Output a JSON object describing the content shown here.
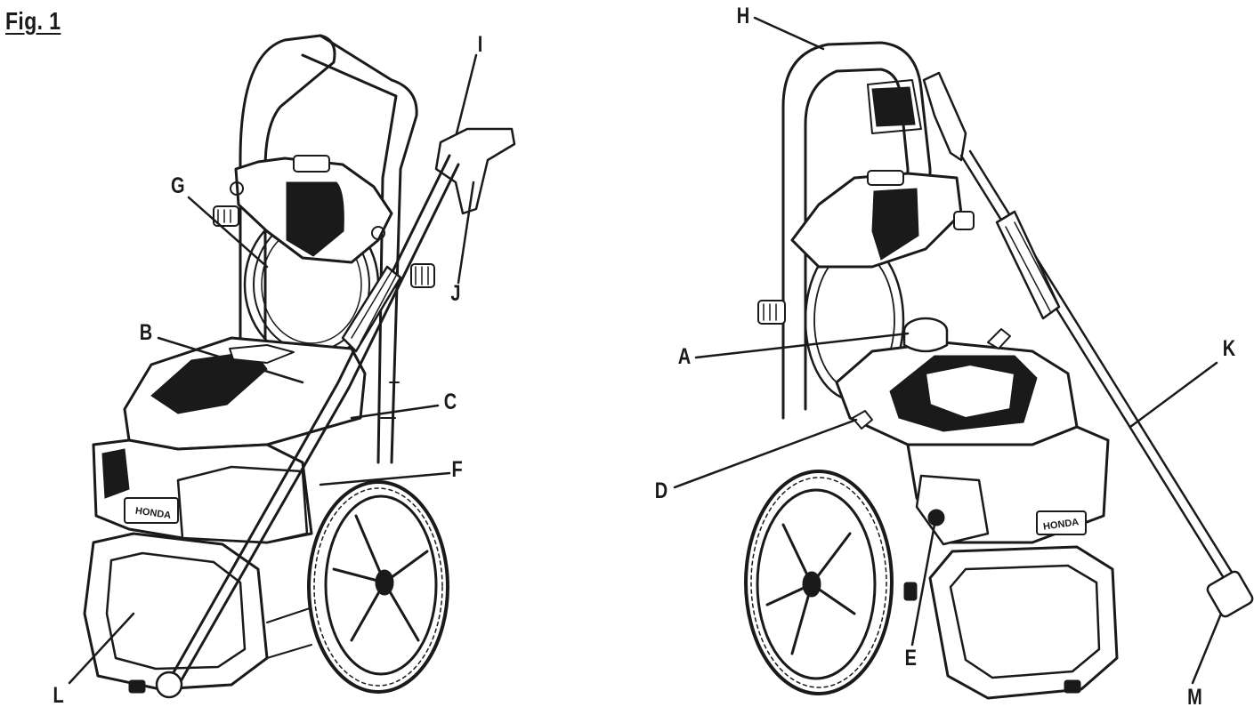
{
  "figure": {
    "title": "Fig. 1",
    "callouts": {
      "A": "A",
      "B": "B",
      "C": "C",
      "D": "D",
      "E": "E",
      "F": "F",
      "G": "G",
      "H": "H",
      "I": "I",
      "J": "J",
      "K": "K",
      "L": "L",
      "M": "M"
    }
  },
  "icons": {
    "left_view": "pressure-washer-front-left-view",
    "right_view": "pressure-washer-front-right-view"
  }
}
